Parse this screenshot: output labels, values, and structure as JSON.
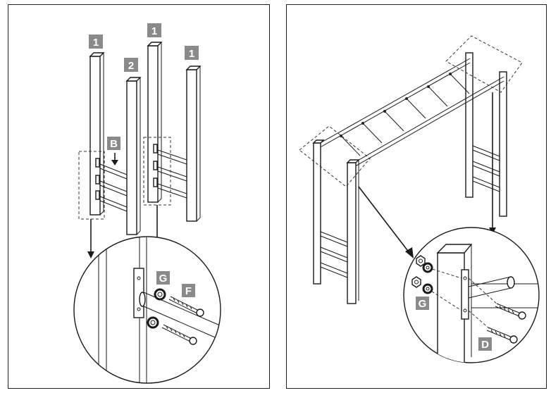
{
  "left_panel": {
    "labels": {
      "post_a": "1",
      "post_b": "2",
      "post_c": "1",
      "post_d": "1",
      "bracket": "B",
      "washer": "G",
      "screw": "F"
    }
  },
  "right_panel": {
    "labels": {
      "washer": "G",
      "screw": "D"
    }
  }
}
